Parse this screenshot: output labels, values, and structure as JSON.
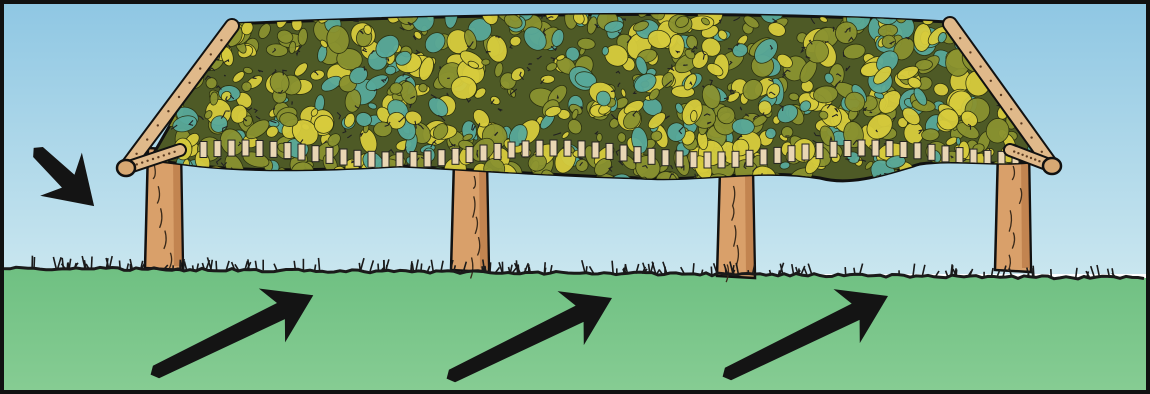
{
  "scene": {
    "subject": "open-sided-shelter-with-leafy-roof",
    "post_count": 4,
    "ground_arrow_count": 3,
    "wind_arrow_count": 1,
    "colors": {
      "frame": "#111111",
      "sky_top": "#8fc7e3",
      "sky_bottom": "#c9e6ef",
      "ground_top": "#6fc082",
      "ground_bottom": "#86cc93",
      "post_wood": "#d9a06a",
      "post_shadow": "#b87846",
      "roof_dark": "#4e5a26",
      "roof_mid": "#8a9230",
      "roof_light": "#d7cc3d",
      "roof_teal": "#58a99a",
      "grass_line": "#1a1a1a",
      "arrow": "#141414"
    },
    "icons": {
      "ground_arrow": "bold-arrow-up-right-icon",
      "wind_arrow": "bold-arrow-down-right-icon"
    }
  }
}
